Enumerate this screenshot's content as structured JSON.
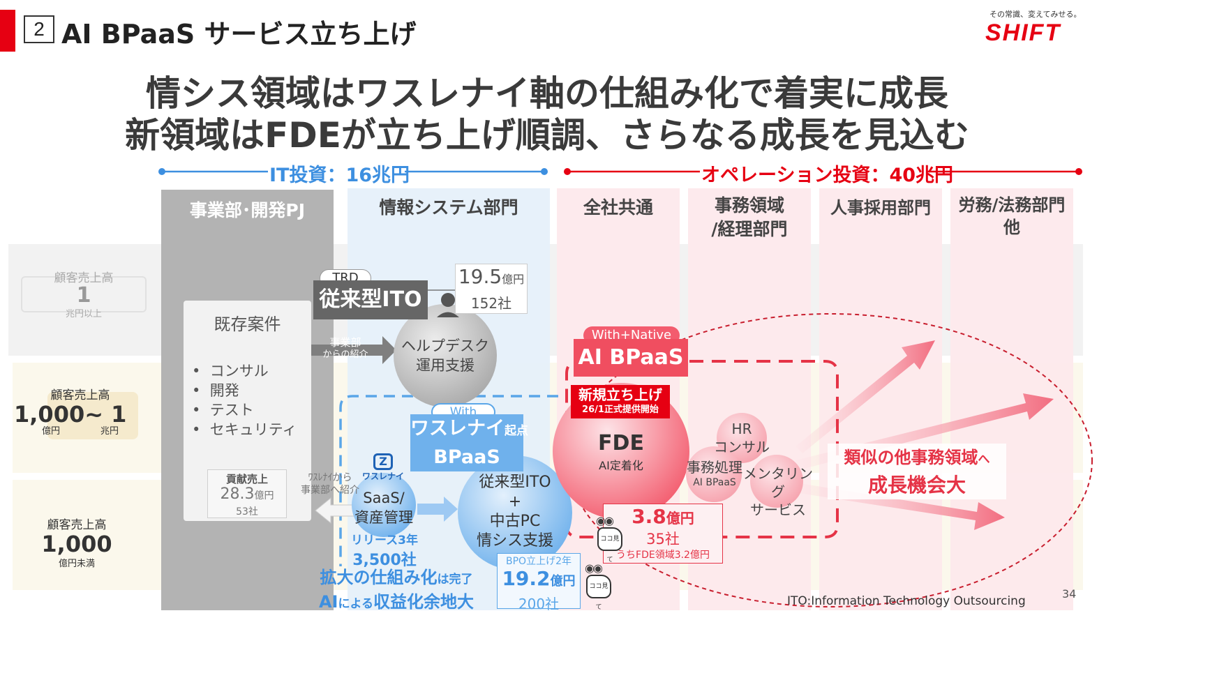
{
  "header": {
    "section_number": "2",
    "section_title": "AI BPaaS サービス立ち上げ",
    "logo_tagline": "その常識、変えてみせる。",
    "logo_text": "SHIFT"
  },
  "headline": {
    "line1": "情シス領域はワスレナイ軸の仕組み化で着実に成長",
    "line2": "新領域はFDEが立ち上げ順調、さらなる成長を見込む"
  },
  "investment": {
    "it_label": "IT投資：16兆円",
    "ops_label": "オペレーション投資：40兆円"
  },
  "columns": {
    "business": "事業部･開発PJ",
    "infosys": "情報システム部門",
    "company": "全社共通",
    "office_line1": "事務領域",
    "office_line2": "/経理部門",
    "hr": "人事採用部門",
    "legal_line1": "労務/法務部門",
    "legal_line2": "他"
  },
  "rows": [
    {
      "title": "顧客売上高",
      "value": "1",
      "unit": "兆円以上"
    },
    {
      "title": "顧客売上高",
      "value_a": "1,000",
      "tilde": "~",
      "value_b": "1",
      "unit_a": "億円",
      "unit_b": "兆円"
    },
    {
      "title": "顧客売上高",
      "value": "1,000",
      "unit": "億円未満"
    }
  ],
  "existing": {
    "title": "既存案件",
    "items": [
      "コンサル",
      "開発",
      "テスト",
      "セキュリティ"
    ],
    "contrib_title": "貢献売上",
    "contrib_value": "28.3",
    "contrib_unit": "億円",
    "contrib_count": "53社"
  },
  "ito": {
    "tag": "TRD",
    "title": "従来型ITO",
    "value": "19.5",
    "unit": "億円",
    "count": "152社",
    "arrow_line1": "事業部",
    "arrow_line2": "からの紹介",
    "circle_line1": "ヘルプデスク",
    "circle_line2": "運用支援"
  },
  "wasurenai": {
    "tag": "With",
    "title_main": "ワスレナイ",
    "title_suffix": "起点",
    "title_line2": "BPaaS",
    "logo_label": "ワスレナイ",
    "saas_line1": "SaaS/",
    "saas_line2": "資産管理",
    "release": "リリース3年",
    "release_count": "3,500社",
    "circle_line1": "従来型ITO",
    "circle_line2": "+",
    "circle_line3": "中古PC",
    "circle_line4": "情シス支援",
    "referral_line1": "ﾜｽﾚﾅｲから",
    "referral_line2": "事業部へ紹介",
    "bpo_tag": "BPO立上げ2年",
    "bpo_value": "19.2",
    "bpo_unit": "億円",
    "bpo_count": "200社",
    "bottom_line1_a": "拡大の仕組み化",
    "bottom_line1_b": "は完了",
    "bottom_line2_a": "AI",
    "bottom_line2_b": "による",
    "bottom_line2_c": "収益化余地大",
    "mascot_label": "ココ見て"
  },
  "aibpaas": {
    "tag": "With+Native",
    "title": "AI BPaaS",
    "launch_title": "新規立ち上げ",
    "launch_sub": "26/1正式提供開始",
    "fde_title": "FDE",
    "fde_sub": "AI定着化",
    "hr_line1": "HR",
    "hr_line2": "コンサル",
    "office_line1": "事務処理",
    "office_line2": "AI BPaaS",
    "mentor_line1": "メンタリング",
    "mentor_line2": "サービス",
    "value": "3.8",
    "unit": "億円",
    "count": "35社",
    "note": "うちFDE領域3.2億円",
    "mascot_label": "ココ見て"
  },
  "growth": {
    "line1_a": "類似の他事務領域",
    "line1_b": "へ",
    "line2": "成長機会大"
  },
  "footer": {
    "note": "ITO:Information Technology Outsourcing",
    "page": "34"
  },
  "colors": {
    "brand_red": "#e60012",
    "blue": "#3d8fe0",
    "light_blue": "#e6f0fa",
    "light_pink": "#fde9ec",
    "gray_dark": "#6b6b6b"
  }
}
